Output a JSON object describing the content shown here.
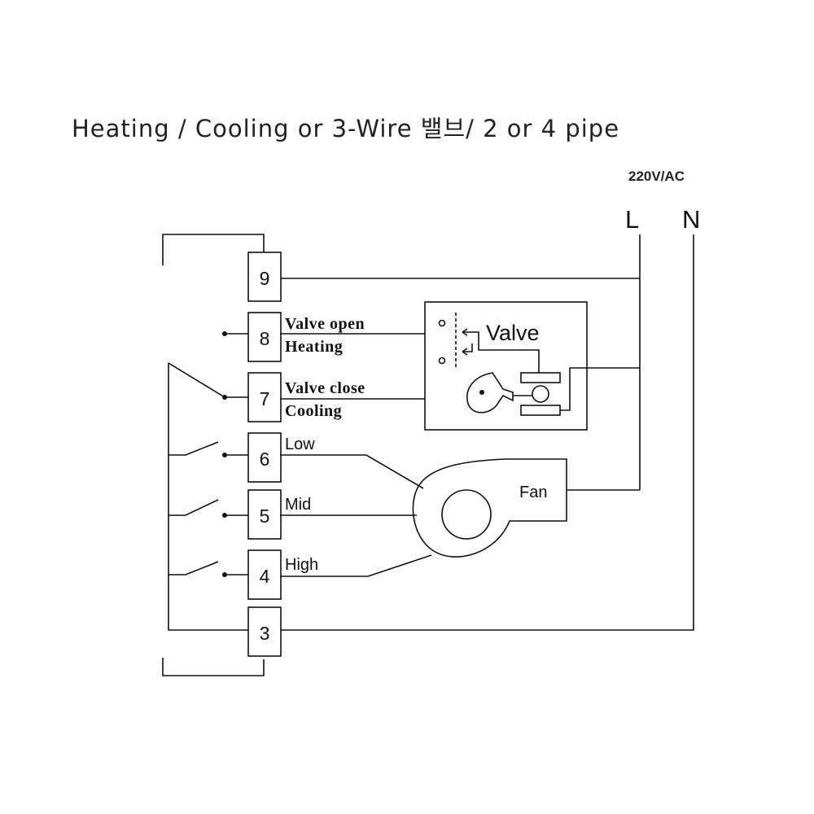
{
  "title": "Heating / Cooling or 3-Wire 밸브/ 2 or 4 pipe",
  "supply": {
    "voltage": "220V/AC",
    "live": "L",
    "neutral": "N"
  },
  "terminals": [
    "9",
    "8",
    "7",
    "6",
    "5",
    "4",
    "3"
  ],
  "labels": {
    "valve_open": "Valve open",
    "heating": "Heating",
    "valve_close": "Valve close",
    "cooling": "Cooling",
    "low": "Low",
    "mid": "Mid",
    "high": "High"
  },
  "valve": {
    "label": "Valve"
  },
  "fan": {
    "label": "Fan"
  }
}
